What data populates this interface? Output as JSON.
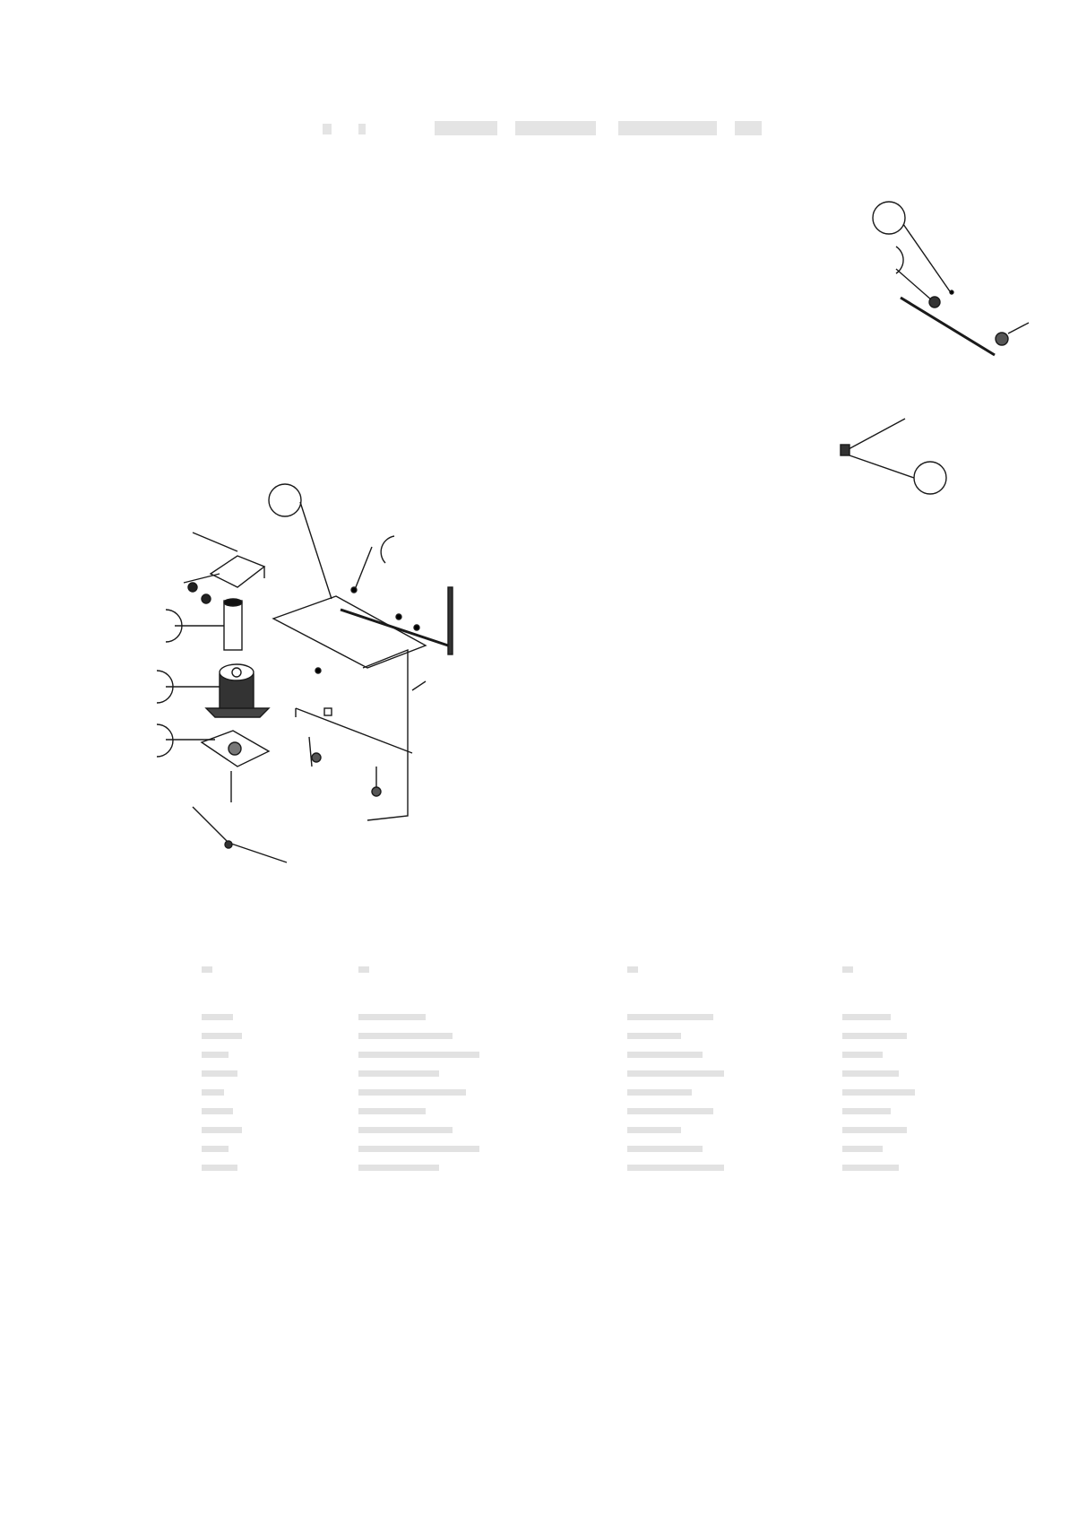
{
  "document": {
    "type": "exploded-parts-diagram",
    "title_legible": false,
    "callout_count": 8,
    "parts_table": {
      "columns": 4,
      "rows": 10,
      "legible": false
    },
    "colors": {
      "ink": "#1a1a1a",
      "faded_text": "#e2e2e2"
    }
  }
}
